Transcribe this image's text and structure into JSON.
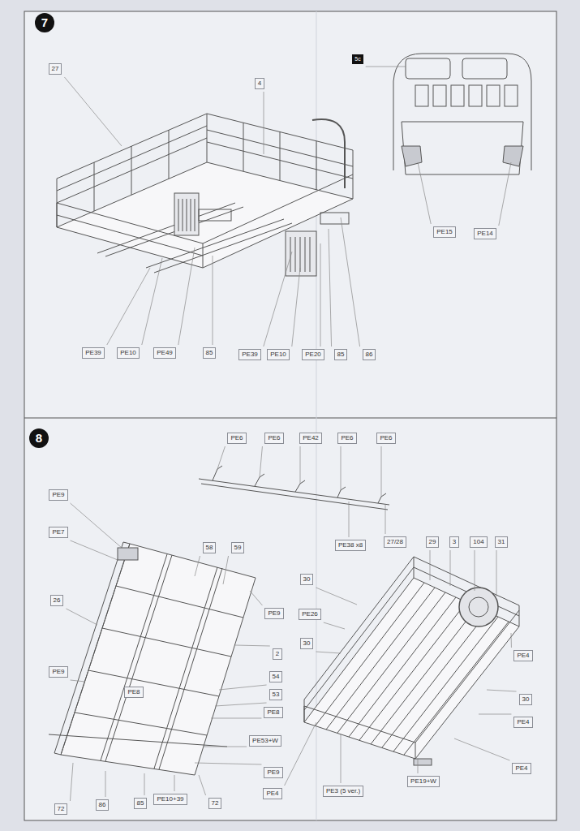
{
  "diagram": {
    "nodes": [
      {
        "text": [
          "7"
        ]
      },
      {
        "text": [
          "27"
        ]
      },
      {
        "text": [
          "4"
        ]
      },
      {
        "text": [
          "5c"
        ]
      },
      {
        "text": [
          "PE15"
        ]
      },
      {
        "text": [
          "PE14"
        ]
      },
      {
        "text": [
          "PE39"
        ]
      },
      {
        "text": [
          "PE10"
        ]
      },
      {
        "text": [
          "PE49"
        ]
      },
      {
        "text": [
          "85"
        ]
      },
      {
        "text": [
          "PE39"
        ]
      },
      {
        "text": [
          "PE10"
        ]
      },
      {
        "text": [
          "PE20"
        ]
      },
      {
        "text": [
          "85"
        ]
      },
      {
        "text": [
          "86"
        ]
      },
      {
        "text": [
          "8"
        ]
      },
      {
        "text": [
          "PE6"
        ]
      },
      {
        "text": [
          "PE6"
        ]
      },
      {
        "text": [
          "PE42"
        ]
      },
      {
        "text": [
          "PE6"
        ]
      },
      {
        "text": [
          "PE6"
        ]
      },
      {
        "text": [
          "PE9"
        ]
      },
      {
        "text": [
          "PE7"
        ]
      },
      {
        "text": [
          "58"
        ]
      },
      {
        "text": [
          "59"
        ]
      },
      {
        "text": [
          "PE38 x8"
        ]
      },
      {
        "text": [
          "27/28"
        ]
      },
      {
        "text": [
          "29"
        ]
      },
      {
        "text": [
          "3"
        ]
      },
      {
        "text": [
          "104"
        ]
      },
      {
        "text": [
          "31"
        ]
      },
      {
        "text": [
          "30"
        ]
      },
      {
        "text": [
          "26"
        ]
      },
      {
        "text": [
          "PE9"
        ]
      },
      {
        "text": [
          "PE26"
        ]
      },
      {
        "text": [
          "30"
        ]
      },
      {
        "text": [
          "2"
        ]
      },
      {
        "text": [
          "PE4"
        ]
      },
      {
        "text": [
          "PE9"
        ]
      },
      {
        "text": [
          "54"
        ]
      },
      {
        "text": [
          "PE8"
        ]
      },
      {
        "text": [
          "53"
        ]
      },
      {
        "text": [
          "30"
        ]
      },
      {
        "text": [
          "PE8"
        ]
      },
      {
        "text": [
          "PE4"
        ]
      },
      {
        "text": [
          "PE53+W"
        ]
      },
      {
        "text": [
          "PE9"
        ]
      },
      {
        "text": [
          "PE4"
        ]
      },
      {
        "text": [
          "PE3 (5 ver.)"
        ]
      },
      {
        "text": [
          "PE19+W"
        ]
      },
      {
        "text": [
          "PE4"
        ]
      },
      {
        "text": [
          "72"
        ]
      },
      {
        "text": [
          "86"
        ]
      },
      {
        "text": [
          "85"
        ]
      },
      {
        "text": [
          "PE10+39"
        ]
      },
      {
        "text": [
          "72"
        ]
      }
    ]
  }
}
